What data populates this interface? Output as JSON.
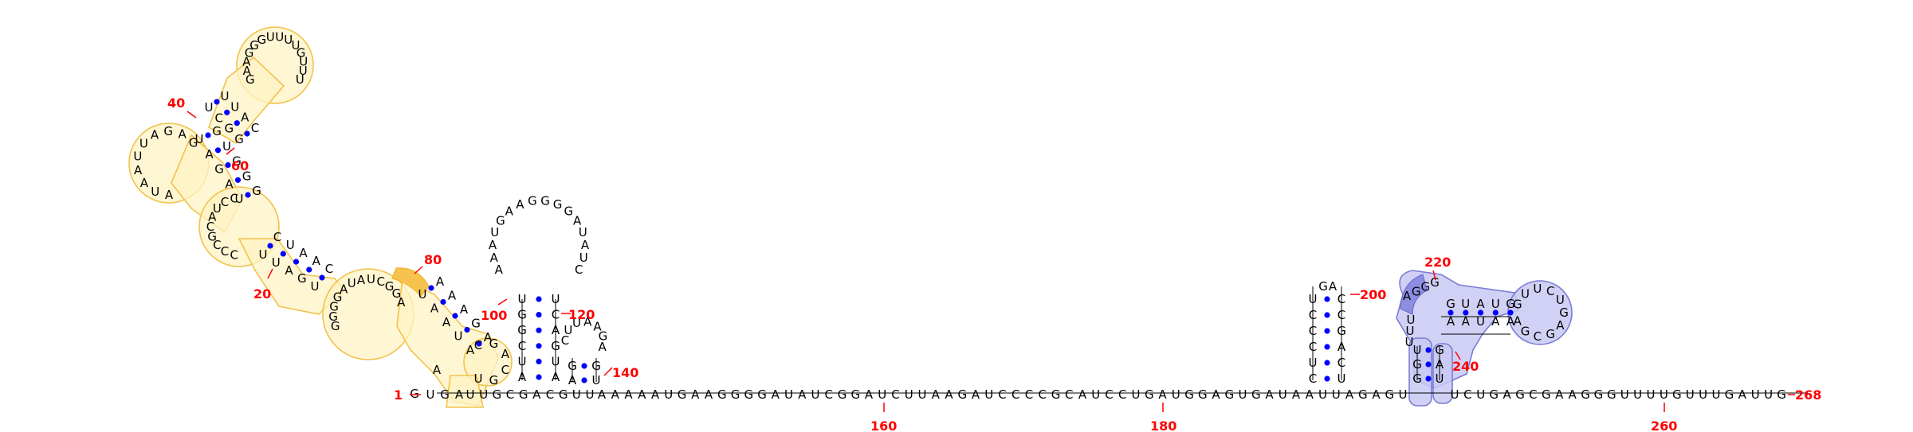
{
  "sequence": "UGAUUGCGACGUUAAAAAUGAAGGGGAUAUCGGAUCUUAAGAUCCCCGCAUCCUGAUGGAGUGAUAAUUAGAGUUCUGAGCGAAGGGUUUUGUU",
  "position_labels": [
    "1",
    "20",
    "40",
    "60",
    "80",
    "100",
    "120",
    "140",
    "160",
    "180",
    "200",
    "220",
    "240",
    "260",
    "268"
  ],
  "colors": {
    "paired_dot": "#0000ff",
    "numbering": "#ff0000",
    "highlight_yellow": "#fff3c4",
    "highlight_yellow_edge": "#f2c24b",
    "highlight_blue": "#c9c9f3",
    "highlight_blue_edge": "#7b7bd6"
  }
}
